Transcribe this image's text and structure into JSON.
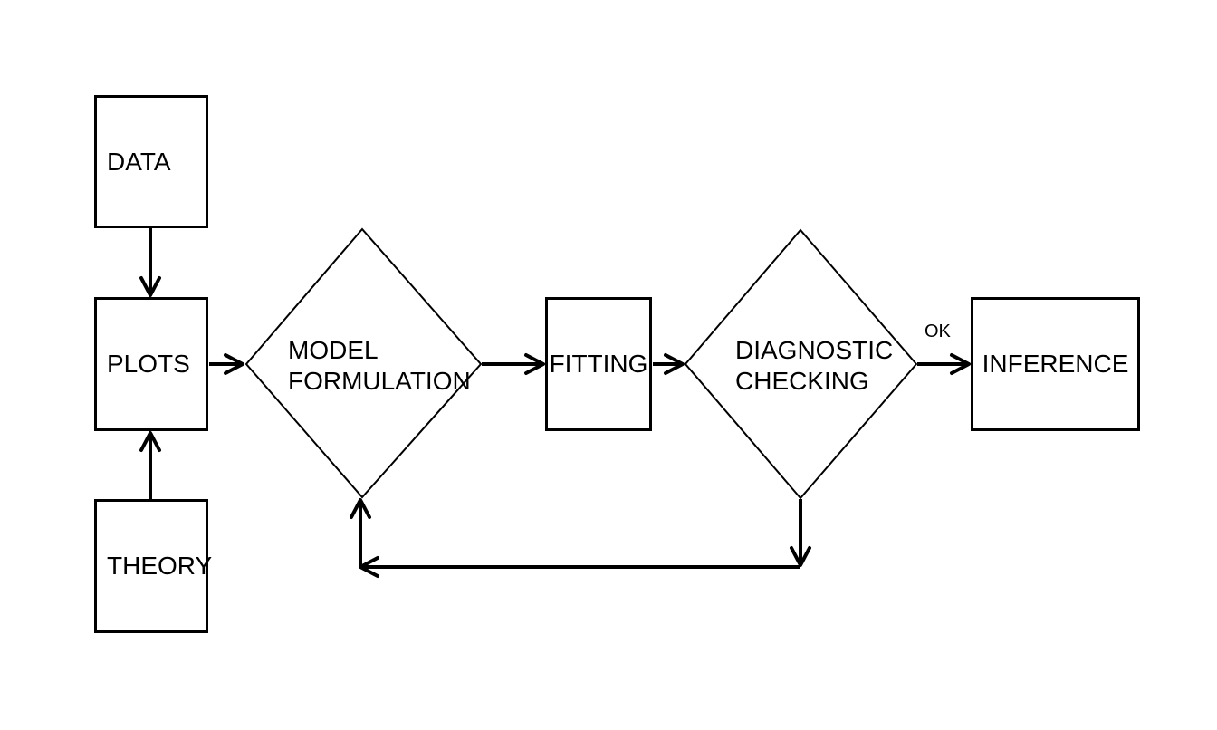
{
  "colors": {
    "background": "#ffffff",
    "line": "#000000",
    "text": "#000000"
  },
  "nodes": {
    "data": {
      "label": "DATA",
      "shape": "rectangle"
    },
    "plots": {
      "label": "PLOTS",
      "shape": "rectangle"
    },
    "theory": {
      "label": "THEORY",
      "shape": "rectangle"
    },
    "model_formulation": {
      "line1": "MODEL",
      "line2": "FORMULATION",
      "shape": "diamond"
    },
    "fitting": {
      "label": "FITTING",
      "shape": "rectangle"
    },
    "diagnostic_checking": {
      "line1": "DIAGNOSTIC",
      "line2": "CHECKING",
      "shape": "diamond"
    },
    "inference": {
      "label": "INFERENCE",
      "shape": "rectangle"
    }
  },
  "edge_labels": {
    "ok": "OK"
  },
  "edges": [
    {
      "from": "DATA",
      "to": "PLOTS"
    },
    {
      "from": "THEORY",
      "to": "PLOTS"
    },
    {
      "from": "PLOTS",
      "to": "MODEL FORMULATION"
    },
    {
      "from": "MODEL FORMULATION",
      "to": "FITTING"
    },
    {
      "from": "FITTING",
      "to": "DIAGNOSTIC CHECKING"
    },
    {
      "from": "DIAGNOSTIC CHECKING",
      "to": "INFERENCE",
      "label": "OK"
    },
    {
      "from": "DIAGNOSTIC CHECKING",
      "to": "MODEL FORMULATION",
      "type": "feedback"
    }
  ]
}
